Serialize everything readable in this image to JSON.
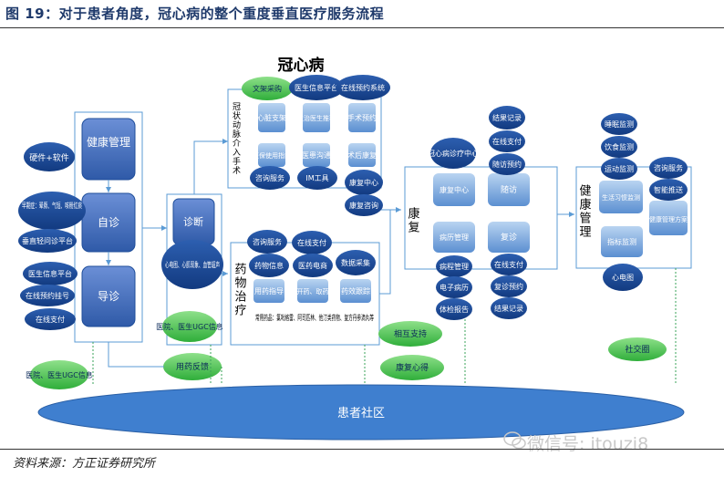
{
  "figure_title": "图 19：对于患者角度，冠心病的整个重度垂直医疗服务流程",
  "source_note": "资料来源：方正证券研究所",
  "watermark": "微信号: itouzi8",
  "diagram_title": "冠心病",
  "left_flow": {
    "steps": [
      "健康管理",
      "自诊",
      "导诊",
      "诊断"
    ],
    "tags": {
      "hardware": "硬件+软件",
      "early_symptoms": "早期症：晕厥、气短、咳粉红痰",
      "vertical_q": "垂直轻问诊平台",
      "doctor_info": "医生信息平台",
      "online_reg": "在线预约挂号",
      "online_pay": "在线支付",
      "hospital_ugc_a": "医院、医生UGC信息",
      "hospital_ugc_b": "医院、医生UGC信息",
      "ecg_tests": "心电图、心肌现象、血管超声",
      "drug_feedback": "用药反馈"
    }
  },
  "cad_box": {
    "label": "冠状动脉介入手术",
    "cells": {
      "shelf": "文架采购",
      "doctor_platform": "医生信息平台",
      "online_reserve": "在线预约系统",
      "heart_stent": "心脏支架",
      "chief_rec": "主治医生推荐",
      "surgery_reserve": "手术预约",
      "insurance_guide": "医保使用指南",
      "doctor_comm": "医患沟通",
      "post_op": "术后康复",
      "consult": "咨询服务",
      "im_tool": "IM工具",
      "rehab_center": "康复中心",
      "rehab_consult": "康复咨询"
    }
  },
  "drug_box": {
    "label": "药物治疗",
    "cells": {
      "consult": "咨询服务",
      "online_pay": "在线支付",
      "data_collect": "数据采集",
      "drug_info": "药物信息",
      "pharma_ecom": "医药电商",
      "doctor_guide": "用药指导",
      "prescribe": "开药、取药",
      "effect_track": "药效跟踪"
    },
    "common_drugs": "常用药品：氯吡格雷、阿司匹林、他汀类药物、复方丹参滴丸等"
  },
  "rehab_box": {
    "label": "康复",
    "cells": {
      "rehab_center_top": "冠心病诊疗中心",
      "rehab_center": "康复中心",
      "followup": "随访",
      "records": "病历管理",
      "review": "复诊",
      "result_record": "结果记录",
      "online_pay_top": "在线支付",
      "followup_reserve": "随访预约",
      "med_mgmt": "病程管理",
      "e_record": "电子病历",
      "exam_report": "体检报告",
      "online_pay_bottom": "在线支付",
      "review_reserve": "复诊预约",
      "result_record_bottom": "结果记录"
    }
  },
  "health_box": {
    "label": "健康管理",
    "cells": {
      "sleep": "睡眠监测",
      "diet": "饮食监测",
      "exercise": "运动监测",
      "habits": "生活习惯监测",
      "consult": "咨询服务",
      "smart_push": "智能推送",
      "indicator": "指标监测",
      "ecg": "心电图",
      "plan": "健康管理方案"
    }
  },
  "mutual_support": "相互支持",
  "recovery_exp": "康复心得",
  "social_circle": "社交圈",
  "patient_community": "患者社区"
}
